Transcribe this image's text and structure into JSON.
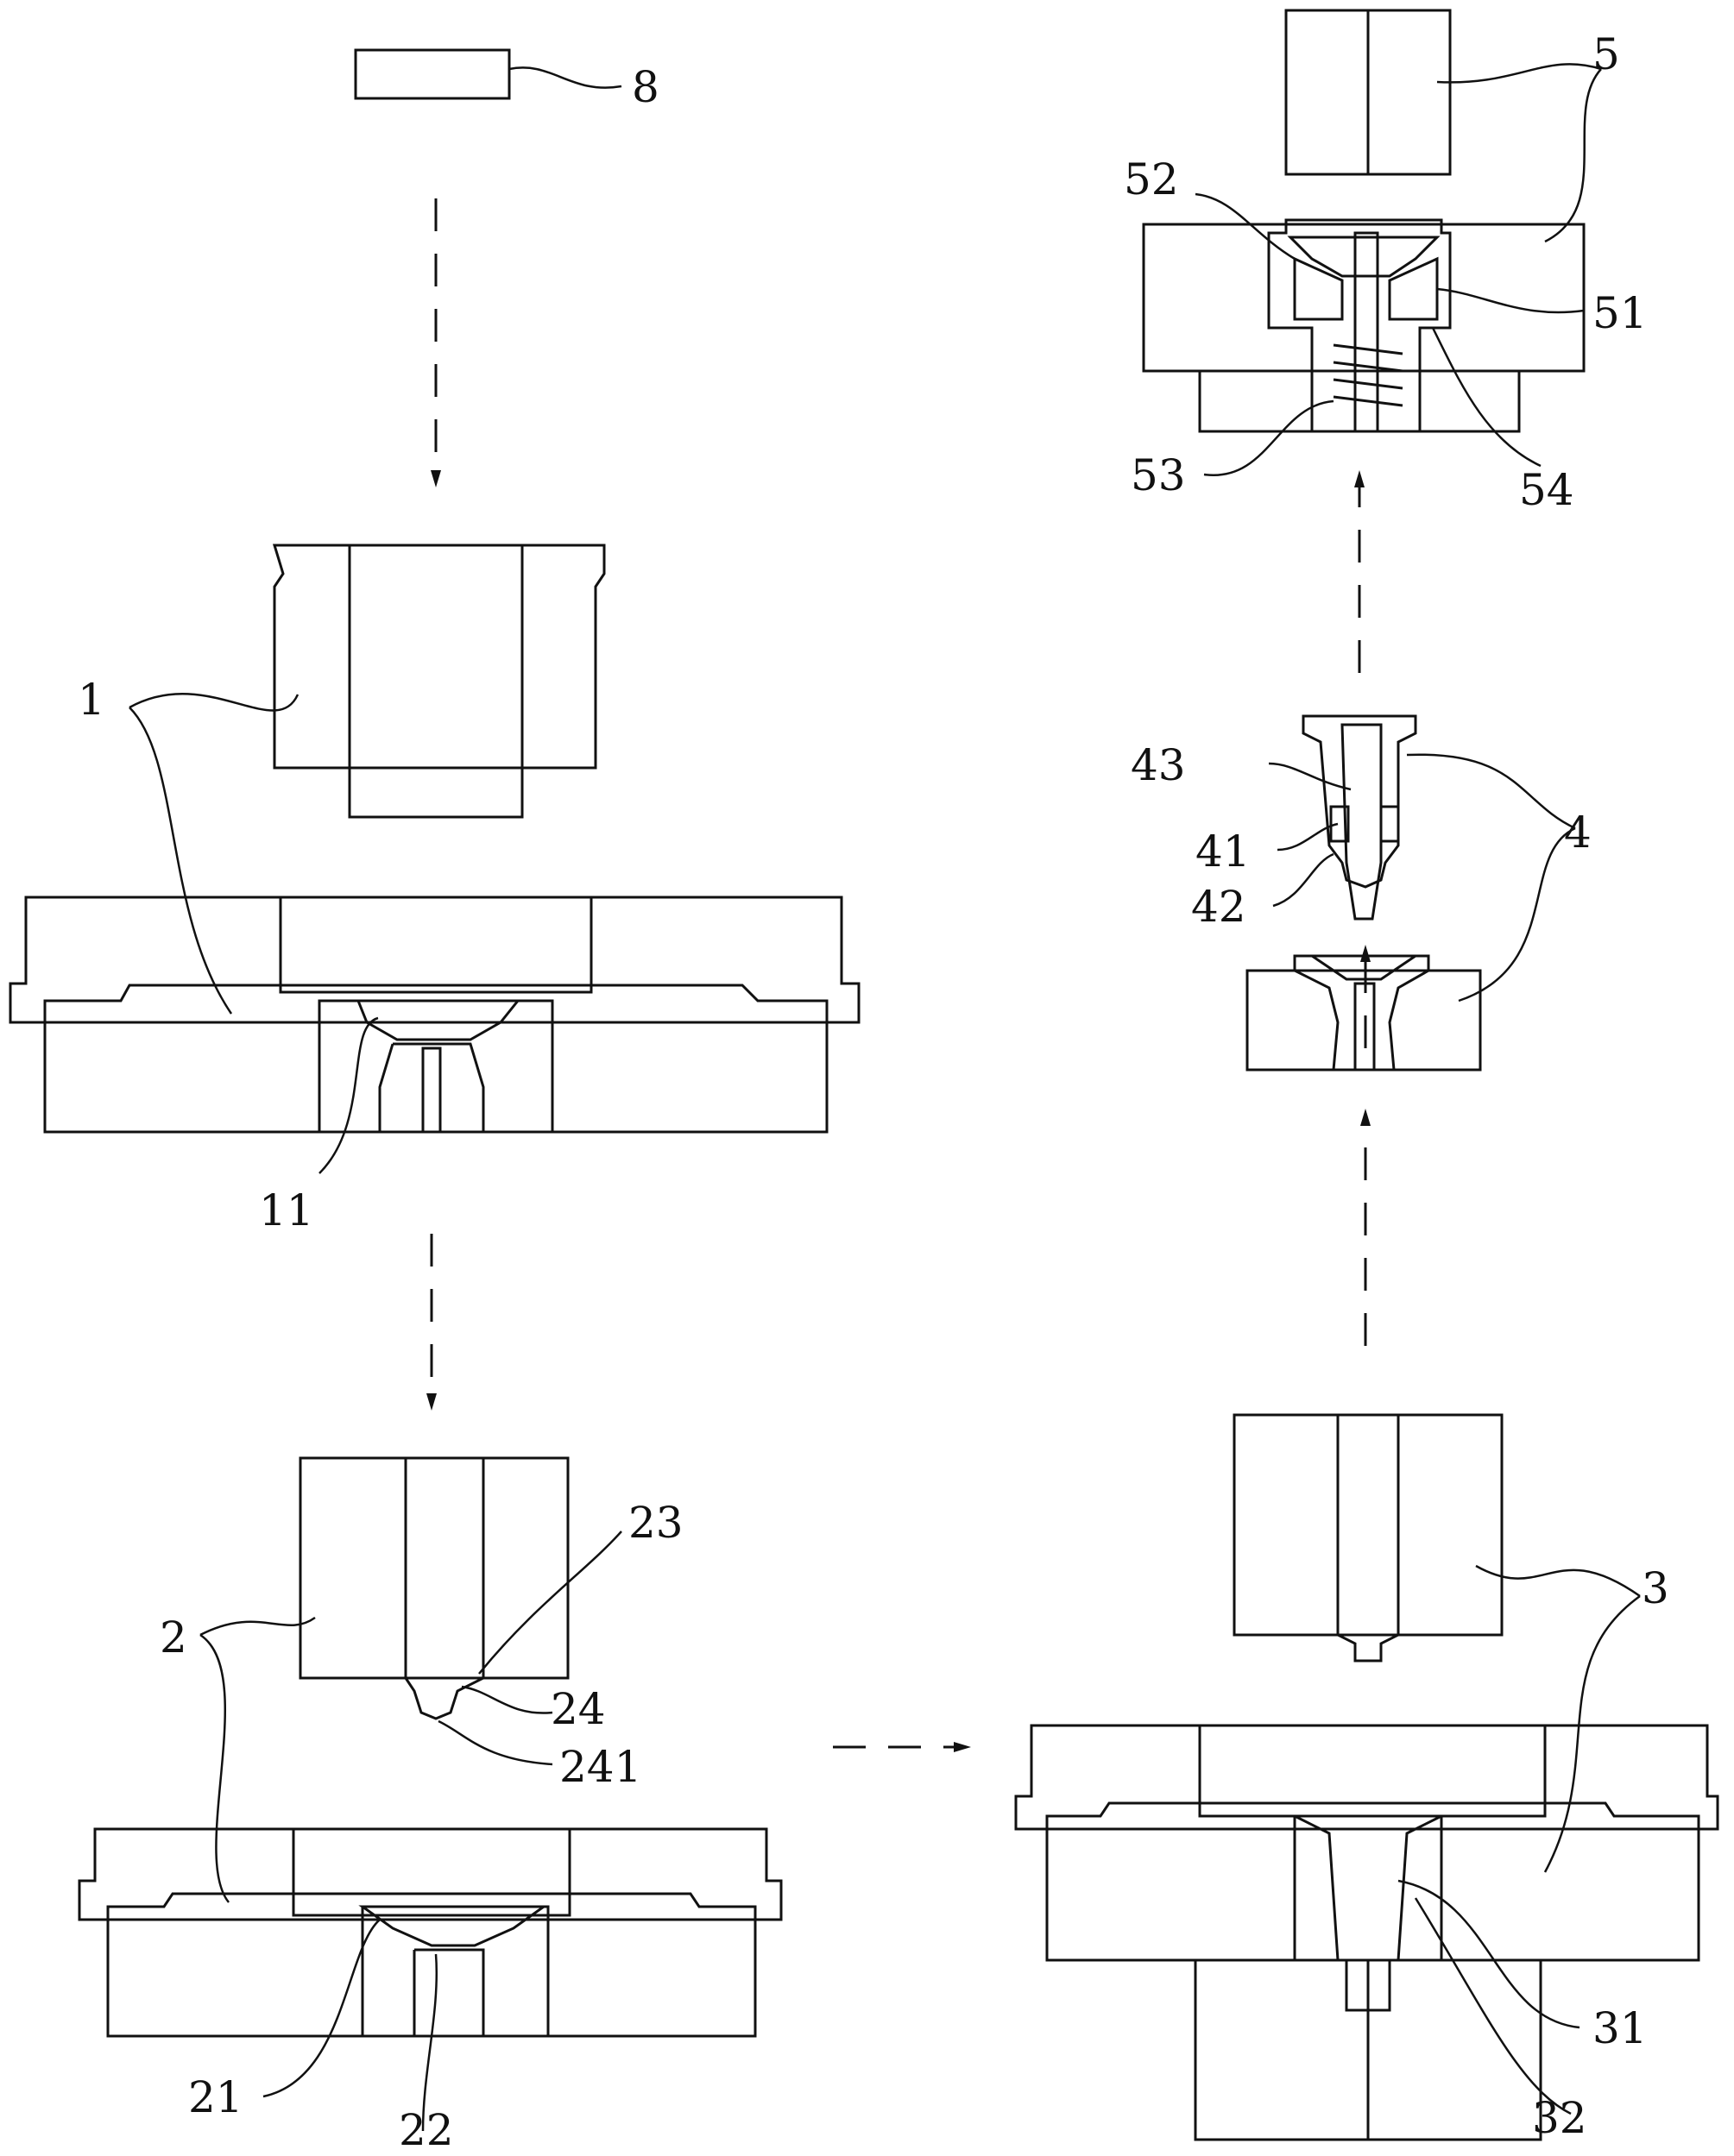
{
  "diagram": {
    "labels": {
      "l8": "8",
      "l1": "1",
      "l11": "11",
      "l2": "2",
      "l21": "21",
      "l22": "22",
      "l23": "23",
      "l24": "24",
      "l241": "241",
      "l3": "3",
      "l31": "31",
      "l32": "32",
      "l4": "4",
      "l41": "41",
      "l42": "42",
      "l43": "43",
      "l5": "5",
      "l51": "51",
      "l52": "52",
      "l53": "53",
      "l54": "54"
    },
    "colors": {
      "ink": "#111111",
      "background": "#ffffff"
    }
  }
}
